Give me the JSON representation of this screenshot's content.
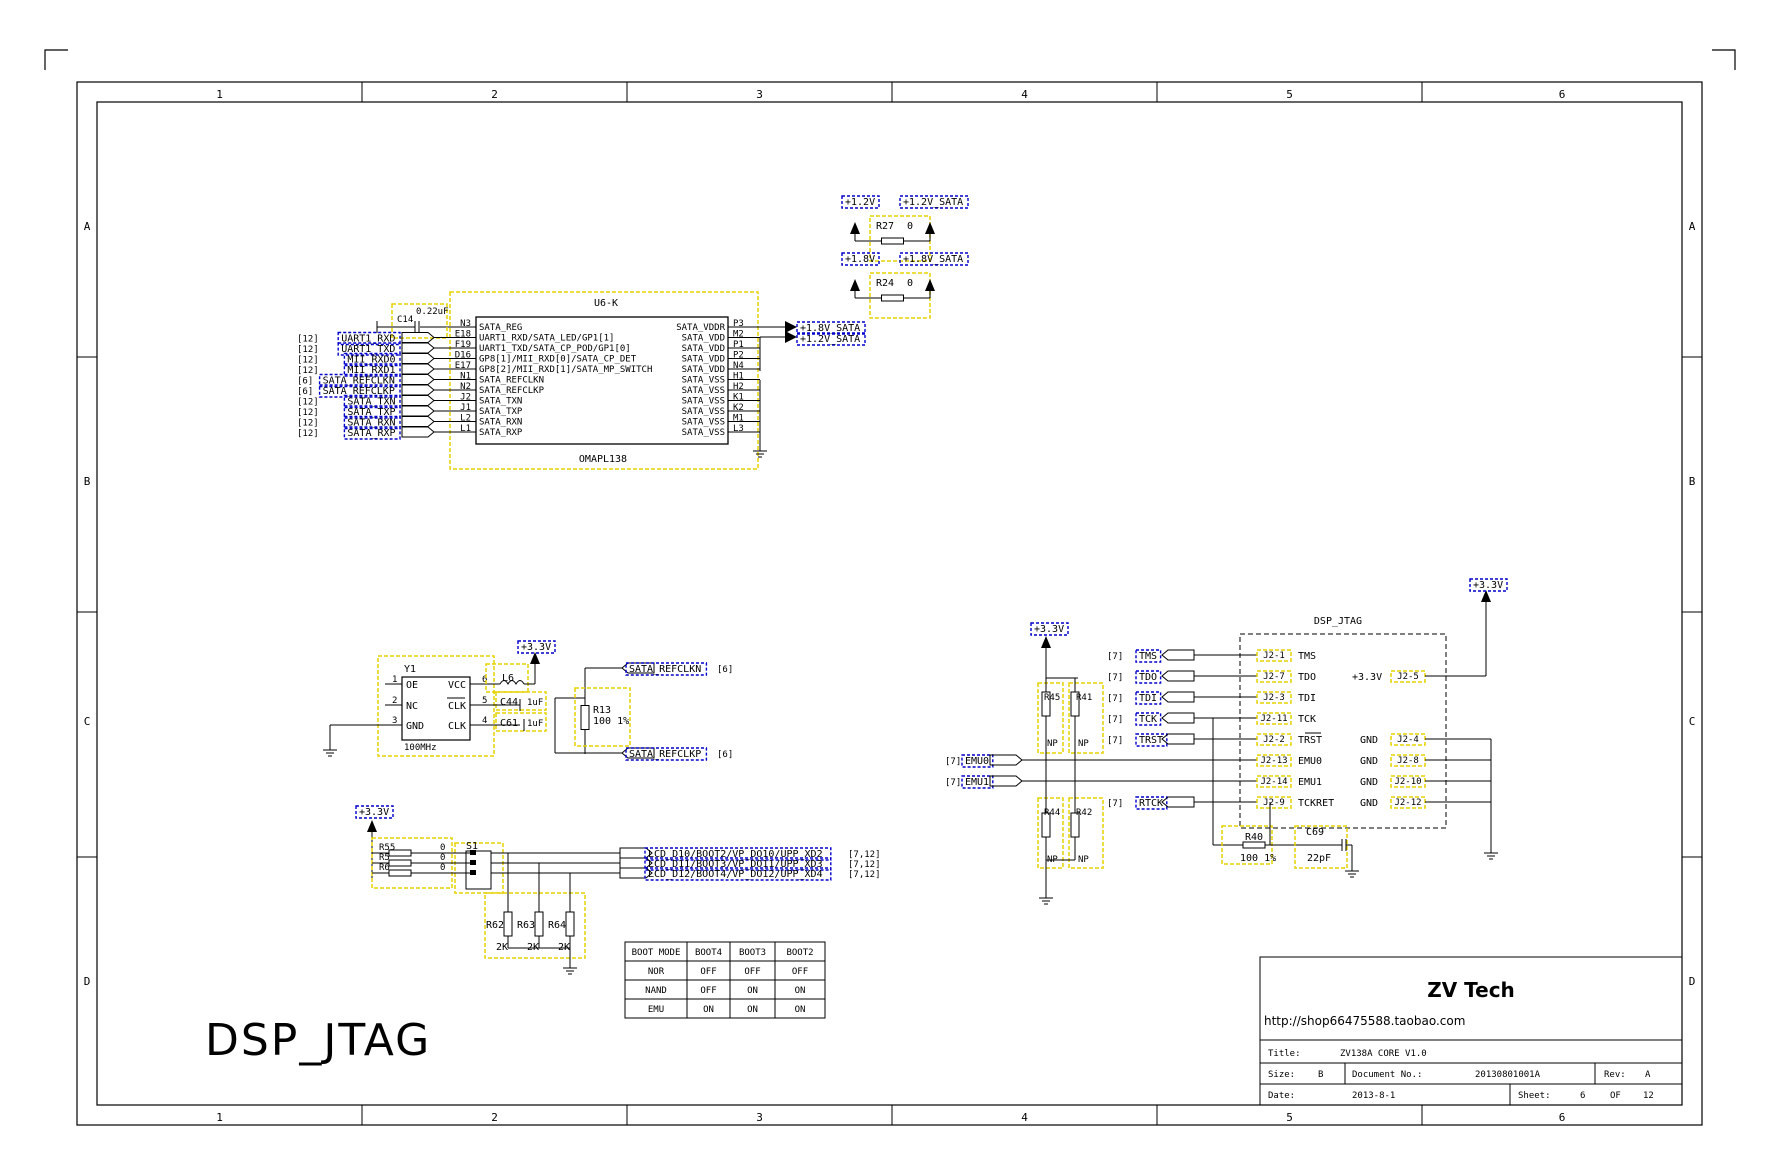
{
  "frame": {
    "cols": [
      "1",
      "2",
      "3",
      "4",
      "5",
      "6"
    ],
    "rows": [
      "A",
      "B",
      "C",
      "D"
    ]
  },
  "colors": {
    "line": "#000000",
    "net_box": "#0000cc",
    "part_box": "#e6d200"
  },
  "sheet_title": "DSP_JTAG",
  "power": {
    "r27": {
      "left": "+1.2V",
      "right": "+1.2V_SATA",
      "ref": "R27",
      "val": "0"
    },
    "r24": {
      "left": "+1.8V",
      "right": "+1.8V_SATA",
      "ref": "R24",
      "val": "0"
    }
  },
  "u6": {
    "ref": "U6-K",
    "part": "OMAPL138",
    "cap_ref": "C14",
    "cap_val": "0.22uF",
    "left_pins": [
      {
        "num": "N3",
        "name": "SATA_REG"
      },
      {
        "num": "E18",
        "name": "UART1_RXD/SATA_LED/GP1[1]"
      },
      {
        "num": "F19",
        "name": "UART1_TXD/SATA_CP_POD/GP1[0]"
      },
      {
        "num": "D16",
        "name": "GP8[1]/MII_RXD[0]/SATA_CP_DET"
      },
      {
        "num": "E17",
        "name": "GP8[2]/MII_RXD[1]/SATA_MP_SWITCH"
      },
      {
        "num": "N1",
        "name": "SATA_REFCLKN"
      },
      {
        "num": "N2",
        "name": "SATA_REFCLKP"
      },
      {
        "num": "J2",
        "name": "SATA_TXN"
      },
      {
        "num": "J1",
        "name": "SATA_TXP"
      },
      {
        "num": "L2",
        "name": "SATA_RXN"
      },
      {
        "num": "L1",
        "name": "SATA_RXP"
      }
    ],
    "right_pins": [
      {
        "num": "P3",
        "name": "SATA_VDDR"
      },
      {
        "num": "M2",
        "name": "SATA_VDD"
      },
      {
        "num": "P1",
        "name": "SATA_VDD"
      },
      {
        "num": "P2",
        "name": "SATA_VDD"
      },
      {
        "num": "N4",
        "name": "SATA_VDD"
      },
      {
        "num": "H1",
        "name": "SATA_VSS"
      },
      {
        "num": "H2",
        "name": "SATA_VSS"
      },
      {
        "num": "K1",
        "name": "SATA_VSS"
      },
      {
        "num": "K2",
        "name": "SATA_VSS"
      },
      {
        "num": "M1",
        "name": "SATA_VSS"
      },
      {
        "num": "L3",
        "name": "SATA_VSS"
      }
    ],
    "left_nets": [
      {
        "sheet": "[12]",
        "name": "UART1_RXD"
      },
      {
        "sheet": "[12]",
        "name": "UART1_TXD"
      },
      {
        "sheet": "[12]",
        "name": "MII_RXD0"
      },
      {
        "sheet": "[12]",
        "name": "MII_RXD1"
      },
      {
        "sheet": "[6]",
        "name": "SATA_REFCLKN"
      },
      {
        "sheet": "[6]",
        "name": "SATA_REFCLKP"
      },
      {
        "sheet": "[12]",
        "name": "SATA_TXN"
      },
      {
        "sheet": "[12]",
        "name": "SATA_TXP"
      },
      {
        "sheet": "[12]",
        "name": "SATA_RXN"
      },
      {
        "sheet": "[12]",
        "name": "SATA_RXP"
      }
    ],
    "right_nets": [
      "+1.8V_SATA",
      "+1.2V_SATA"
    ]
  },
  "osc": {
    "ref": "Y1",
    "freq": "100MHz",
    "pins_l": [
      {
        "n": "1",
        "name": "OE"
      },
      {
        "n": "2",
        "name": "NC"
      },
      {
        "n": "3",
        "name": "GND"
      }
    ],
    "pins_r": [
      {
        "n": "6",
        "name": "VCC"
      },
      {
        "n": "5",
        "name": "CLK"
      },
      {
        "n": "4",
        "name": "CLK"
      }
    ],
    "l6": "L6",
    "c44": "C44",
    "c44v": "1uF",
    "c61": "C61",
    "c61v": "1uF",
    "r13": "R13",
    "r13v": "100  1%",
    "pwr": "+3.3V",
    "out_n": "SATA_REFCLKN",
    "out_p": "SATA_REFCLKP",
    "out_sheet": "[6]"
  },
  "boot": {
    "pwr": "+3.3V",
    "switch": "S1",
    "pullups": [
      {
        "ref": "R55",
        "val": "0"
      },
      {
        "ref": "R5",
        "val": "0"
      },
      {
        "ref": "R6",
        "val": "0"
      }
    ],
    "pulldowns": [
      {
        "ref": "R62",
        "val": "2K"
      },
      {
        "ref": "R63",
        "val": "2K"
      },
      {
        "ref": "R64",
        "val": "2K"
      }
    ],
    "nets": [
      {
        "name": "LCD_D10/BOOT2/VP_DO10/UPP_XD2",
        "sheet": "[7,12]"
      },
      {
        "name": "LCD_D11/BOOT3/VP_DO11/UPP_XD3",
        "sheet": "[7,12]"
      },
      {
        "name": "LCD_D12/BOOT4/VP_DO12/UPP_XD4",
        "sheet": "[7,12]"
      }
    ]
  },
  "boot_table": {
    "headers": [
      "BOOT MODE",
      "BOOT4",
      "BOOT3",
      "BOOT2"
    ],
    "rows": [
      [
        "NOR",
        "OFF",
        "OFF",
        "OFF"
      ],
      [
        "NAND",
        "OFF",
        "ON",
        "ON"
      ],
      [
        "EMU",
        "ON",
        "ON",
        "ON"
      ]
    ]
  },
  "jtag": {
    "title": "DSP_JTAG",
    "pwr_left": "+3.3V",
    "pwr_right": "+3.3V",
    "vref": "+3.3V",
    "signals": [
      {
        "sheet": "[7]",
        "net": "TMS",
        "pin": "J2-1",
        "name": "TMS"
      },
      {
        "sheet": "[7]",
        "net": "TDO",
        "pin": "J2-7",
        "name": "TDO"
      },
      {
        "sheet": "[7]",
        "net": "TDI",
        "pin": "J2-3",
        "name": "TDI"
      },
      {
        "sheet": "[7]",
        "net": "TCK",
        "pin": "J2-11",
        "name": "TCK"
      },
      {
        "sheet": "[7]",
        "net": "TRST",
        "pin": "J2-2",
        "name": "TRST"
      },
      {
        "sheet": "[7]",
        "net": "EMU0",
        "pin": "J2-13",
        "name": "EMU0"
      },
      {
        "sheet": "[7]",
        "net": "EMU1",
        "pin": "J2-14",
        "name": "EMU1"
      },
      {
        "sheet": "[7]",
        "net": "RTCK",
        "pin": "J2-9",
        "name": "TCKRET"
      }
    ],
    "gnd_pins": [
      {
        "pin": "J2-4",
        "name": "GND"
      },
      {
        "pin": "J2-8",
        "name": "GND"
      },
      {
        "pin": "J2-10",
        "name": "GND"
      },
      {
        "pin": "J2-12",
        "name": "GND"
      }
    ],
    "vref_pin": "J2-5",
    "resistors": [
      {
        "ref": "R45",
        "val": "NP"
      },
      {
        "ref": "R41",
        "val": "NP"
      },
      {
        "ref": "R44",
        "val": "NP"
      },
      {
        "ref": "R42",
        "val": "NP"
      }
    ],
    "r40": "R40",
    "r40v": "100  1%",
    "c69": "C69",
    "c69v": "22pF"
  },
  "title_block": {
    "company": "ZV Tech",
    "url": "http://shop66475588.taobao.com",
    "title_label": "Title:",
    "title": "ZV138A CORE V1.0",
    "size_label": "Size:",
    "size": "B",
    "doc_label": "Document No.:",
    "doc": "20130801001A",
    "rev_label": "Rev:",
    "rev": "A",
    "date_label": "Date:",
    "date": "2013-8-1",
    "sheet_label": "Sheet:",
    "sheet": "6",
    "of_label": "OF",
    "of": "12"
  }
}
